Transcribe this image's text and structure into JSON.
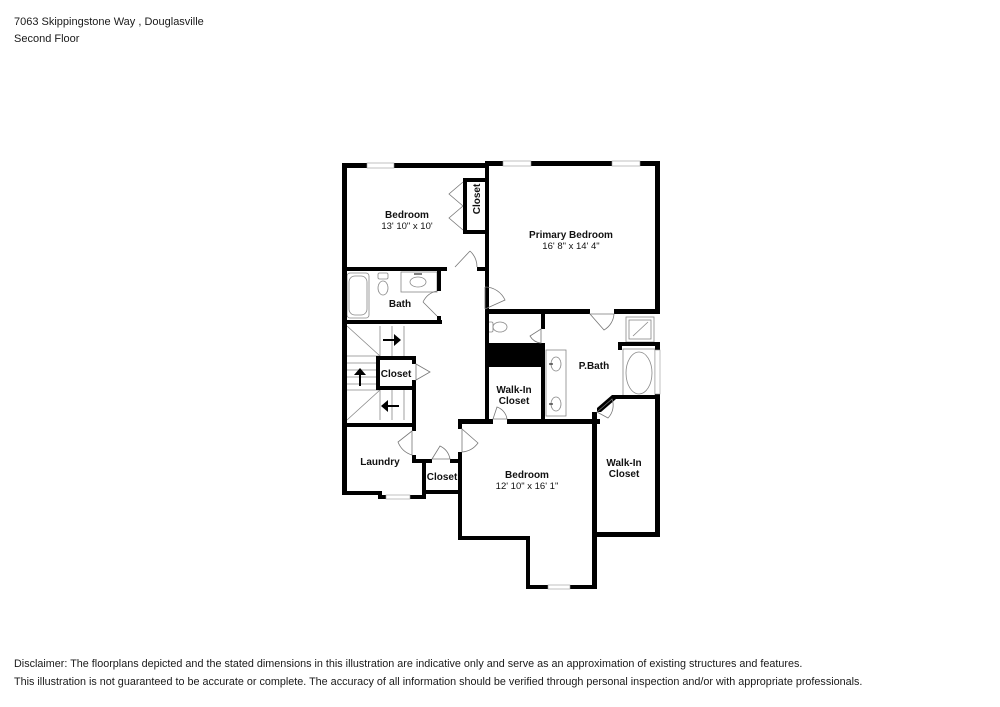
{
  "header": {
    "address": "7063 Skippingstone Way , Douglasville",
    "floor": "Second Floor"
  },
  "rooms": {
    "bedroom_1": {
      "label": "Bedroom",
      "dims": "13' 10\" x 10'"
    },
    "closet_1": {
      "label": "Closet"
    },
    "primary_bedroom": {
      "label": "Primary Bedroom",
      "dims": "16' 8\" x 14' 4\""
    },
    "bath": {
      "label": "Bath"
    },
    "closet_stair": {
      "label": "Closet"
    },
    "p_bath": {
      "label": "P.Bath"
    },
    "walk_in_1": {
      "label_line1": "Walk-In",
      "label_line2": "Closet"
    },
    "laundry": {
      "label": "Laundry"
    },
    "closet_hall": {
      "label": "Closet"
    },
    "bedroom_2": {
      "label": "Bedroom",
      "dims": "12' 10\" x 16' 1\""
    },
    "walk_in_2": {
      "label_line1": "Walk-In",
      "label_line2": "Closet"
    }
  },
  "disclaimer": {
    "line1": "Disclaimer: The floorplans depicted and the stated dimensions in this illustration are indicative only and serve as an approximation of existing structures and features.",
    "line2": "This illustration is not guaranteed to be accurate or complete. The accuracy of all information should be verified through personal inspection and/or with appropriate professionals."
  }
}
